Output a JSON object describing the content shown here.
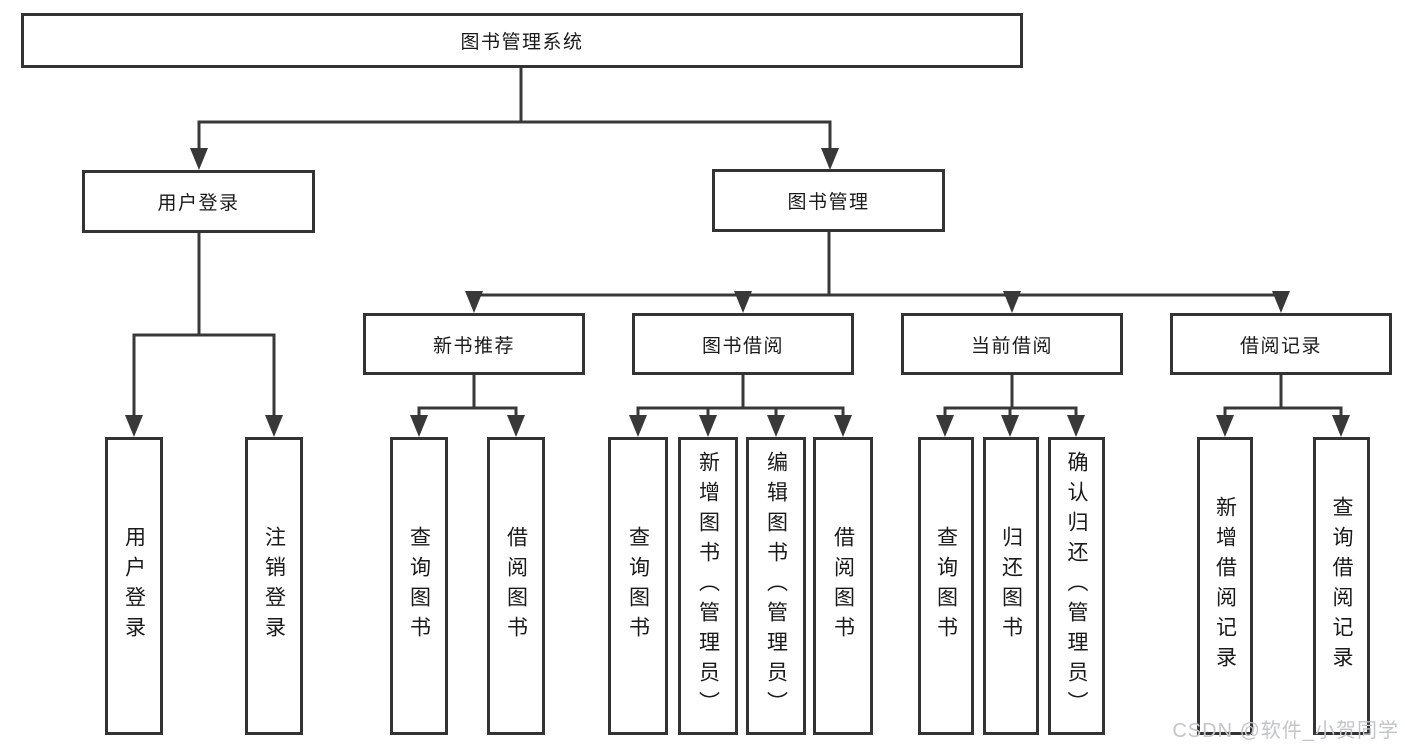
{
  "tree": {
    "root": {
      "label": "图书管理系统"
    },
    "login": {
      "label": "用户登录",
      "children": [
        "用户登录",
        "注销登录"
      ]
    },
    "manage": {
      "label": "图书管理",
      "groups": [
        {
          "label": "新书推荐",
          "children": [
            "查询图书",
            "借阅图书"
          ]
        },
        {
          "label": "图书借阅",
          "children": [
            "查询图书",
            "新增图书（管理员）",
            "编辑图书（管理员）",
            "借阅图书"
          ]
        },
        {
          "label": "当前借阅",
          "children": [
            "查询图书",
            "归还图书",
            "确认归还（管理员）"
          ]
        },
        {
          "label": "借阅记录",
          "children": [
            "新增借阅记录",
            "查询借阅记录"
          ]
        }
      ]
    }
  },
  "watermark": {
    "text": "CSDN @软件_小贺同学"
  },
  "colors": {
    "line": "#383838",
    "box_border": "#333333",
    "text": "#1a1a1a",
    "watermark": "#c2c5ca",
    "background": "#ffffff"
  }
}
